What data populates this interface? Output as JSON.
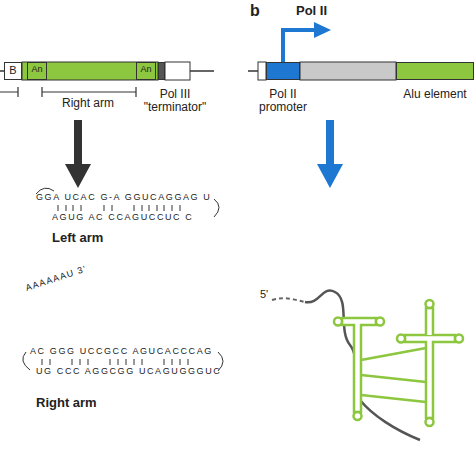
{
  "diagram": {
    "nodes": [
      {
        "text": [
          "B"
        ]
      },
      {
        "text": [
          "An"
        ]
      },
      {
        "text": [
          "An"
        ]
      },
      {
        "text": [
          "Pol III \"terminator\""
        ]
      },
      {
        "text": [
          "Pol II promoter"
        ]
      },
      {
        "text": [
          "Alu element"
        ]
      }
    ],
    "labels": [
      "Right arm",
      "b",
      "Pol II",
      "GGA UCAC G-A GGUCAGGAG U",
      "AGUG AC CCAGUCCUC C",
      "Left arm",
      "AAAAAAU 3'",
      "AC GGG UCCGCC AGUCACCCAG",
      "UG CCC AGGCGG UCAGUGGGUC",
      "Right arm",
      "5'"
    ]
  }
}
